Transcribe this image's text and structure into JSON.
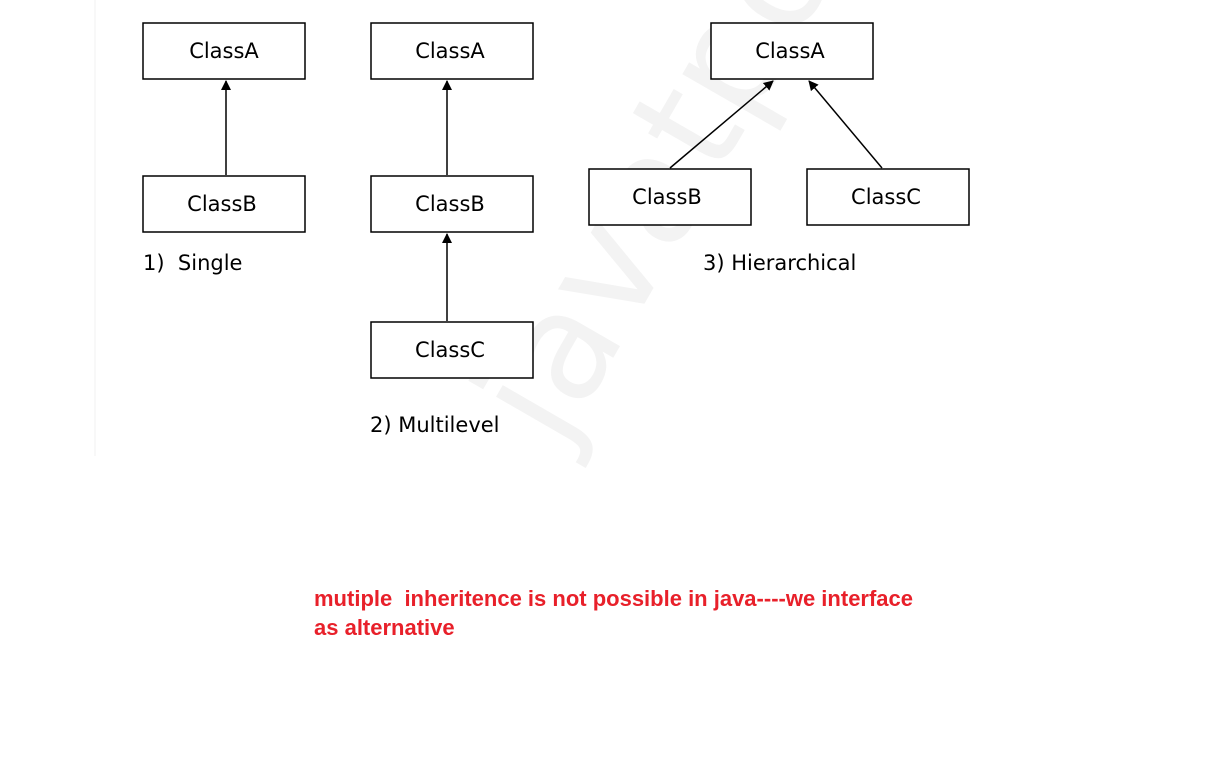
{
  "watermark": "javatpoint",
  "colors": {
    "note": "#e8202a",
    "stroke": "#000000",
    "watermark": "#f3f3f3"
  },
  "diagrams": {
    "single": {
      "caption": "1)  Single",
      "boxes": [
        "ClassA",
        "ClassB"
      ]
    },
    "multilevel": {
      "caption": "2) Multilevel",
      "boxes": [
        "ClassA",
        "ClassB",
        "ClassC"
      ]
    },
    "hierarchical": {
      "caption": "3) Hierarchical",
      "boxes": [
        "ClassA",
        "ClassB",
        "ClassC"
      ]
    }
  },
  "note": "mutiple  inheritence is not possible in java----we interface\nas alternative"
}
